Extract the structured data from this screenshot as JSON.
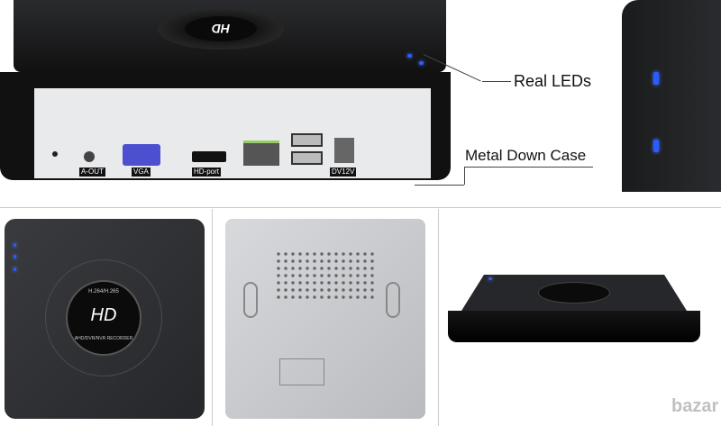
{
  "callouts": {
    "leds": "Real LEDs",
    "case": "Metal Down Case"
  },
  "badge": {
    "top_logo": "HD",
    "ring_top": "H.264/H.265",
    "ring_bottom": "AHD/DVR/NVR RECORDER"
  },
  "ports": {
    "audio": "A-OUT",
    "vga": "VGA",
    "hdmi": "HD-port",
    "power": "DV12V"
  },
  "watermark": "bazar",
  "colors": {
    "led": "#2a5cff",
    "vga": "#4b4fd0",
    "body": "#1e1f22"
  }
}
